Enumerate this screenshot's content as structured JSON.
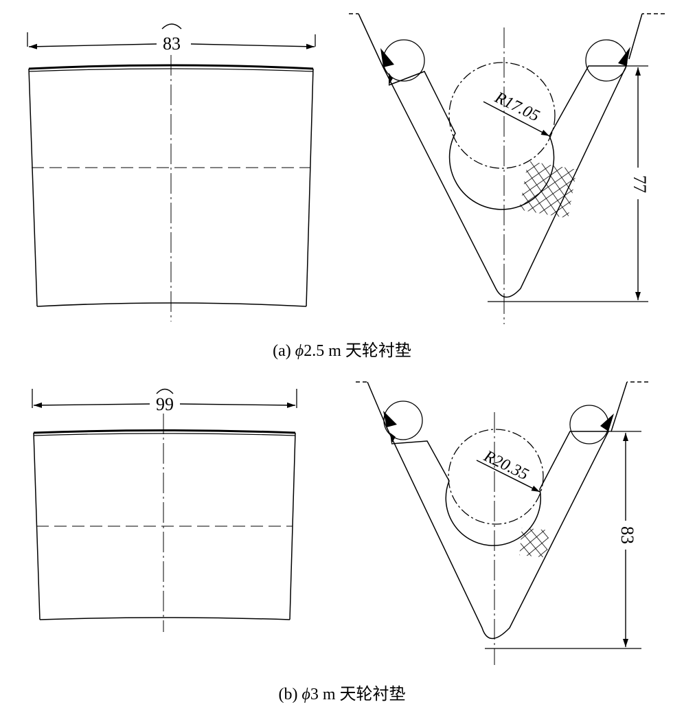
{
  "figure_a": {
    "arc_width_label": "83",
    "radius_label": "R17.05",
    "depth_label": "77",
    "caption_prefix": "(a) ",
    "caption_phi": "ϕ",
    "caption_rest": "2.5 m 天轮衬垫"
  },
  "figure_b": {
    "arc_width_label": "99",
    "radius_label": "R20.35",
    "depth_label": "83",
    "caption_prefix": "(b) ",
    "caption_phi": "ϕ",
    "caption_rest": "3 m 天轮衬垫"
  },
  "colors": {
    "line": "#000000",
    "background": "#ffffff"
  }
}
